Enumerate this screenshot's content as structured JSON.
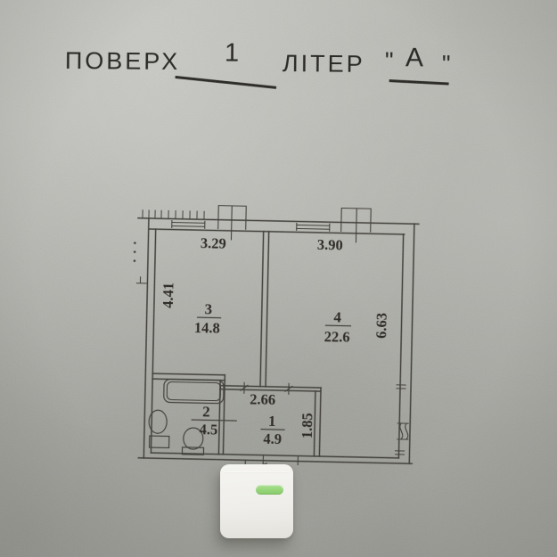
{
  "header": {
    "floor_label": "ПОВЕРХ",
    "floor_value": "1",
    "letter_label": "ЛІТЕР",
    "quote_open": "\"",
    "letter_value": "А",
    "quote_close": "\""
  },
  "plan": {
    "dimensions": {
      "room3_width": "3.29",
      "room4_width": "3.90",
      "room3_height": "4.41",
      "room4_height": "6.63",
      "hall_width": "2.66",
      "hall_height": "1.85"
    },
    "rooms": [
      {
        "number": "3",
        "area": "14.8"
      },
      {
        "number": "4",
        "area": "22.6"
      },
      {
        "number": "2",
        "area": "4.5"
      },
      {
        "number": "1",
        "area": "4.9"
      }
    ]
  },
  "overlay": {
    "indicator_icon": "green-pill"
  },
  "colors": {
    "paper": "#b3b4ae",
    "ink": "#3a3832",
    "text_ink": "#26241f",
    "card": "#efeeea",
    "pill_green": "#93d476"
  }
}
